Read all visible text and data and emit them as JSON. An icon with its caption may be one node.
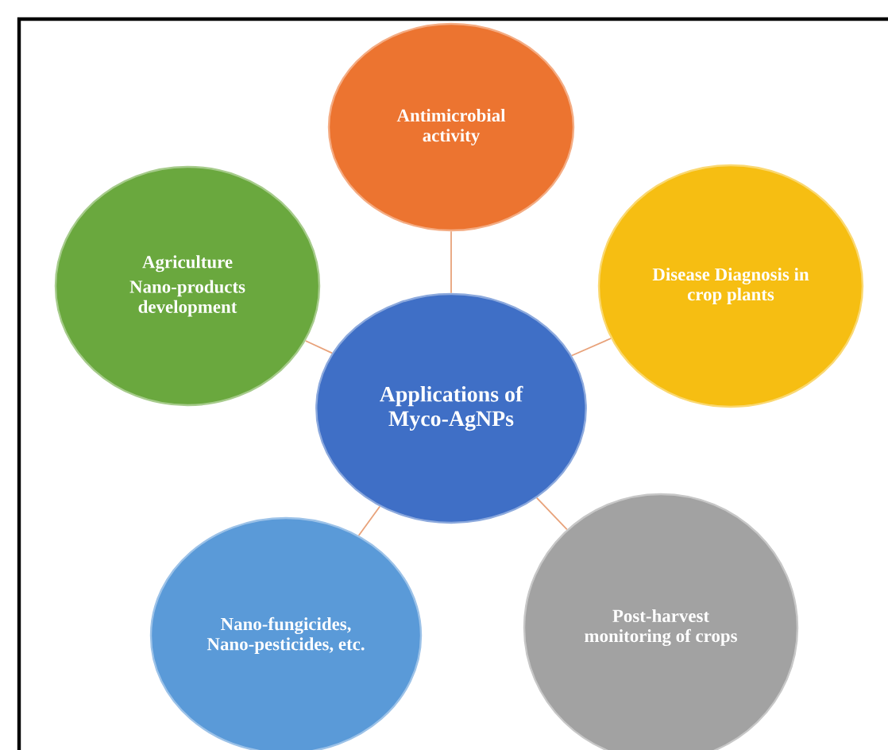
{
  "diagram": {
    "nodes": [
      {
        "text": [
          "Applications of Myco-AgNPs"
        ]
      },
      {
        "text": [
          "Antimicrobial activity"
        ]
      },
      {
        "text": [
          "Agriculture",
          "Nano-products development"
        ]
      },
      {
        "text": [
          "Disease Diagnosis in crop plants"
        ]
      },
      {
        "text": [
          "Nano-fungicides, Nano-pesticides, etc."
        ]
      },
      {
        "text": [
          "Post-harvest monitoring of crops"
        ]
      }
    ],
    "edges": [
      {
        "from": 0,
        "to": 1,
        "arrow": "none"
      },
      {
        "from": 0,
        "to": 2,
        "arrow": "none"
      },
      {
        "from": 0,
        "to": 3,
        "arrow": "none"
      },
      {
        "from": 0,
        "to": 4,
        "arrow": "none"
      },
      {
        "from": 0,
        "to": 5,
        "arrow": "none"
      }
    ]
  }
}
